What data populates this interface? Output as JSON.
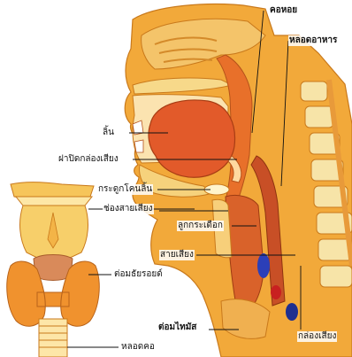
{
  "labels": {
    "pharynx": "คอหอย",
    "esophagus": "หลอดอาหาร",
    "tongue": "ลิ้น",
    "epiglottis": "ฝาปิดกล่องเสียง",
    "hyoid": "กระดูกโคนลิ้น",
    "glottis": "ช่องสายเสียง",
    "arytenoid": "ลูกกระเดือก",
    "vocal_cords": "สายเสียง",
    "thyroid": "ต่อมธัยรอยด์",
    "thymus": "ต่อมไทมัส",
    "trachea": "หลอดคอ",
    "larynx": "กล่องเสียง"
  }
}
